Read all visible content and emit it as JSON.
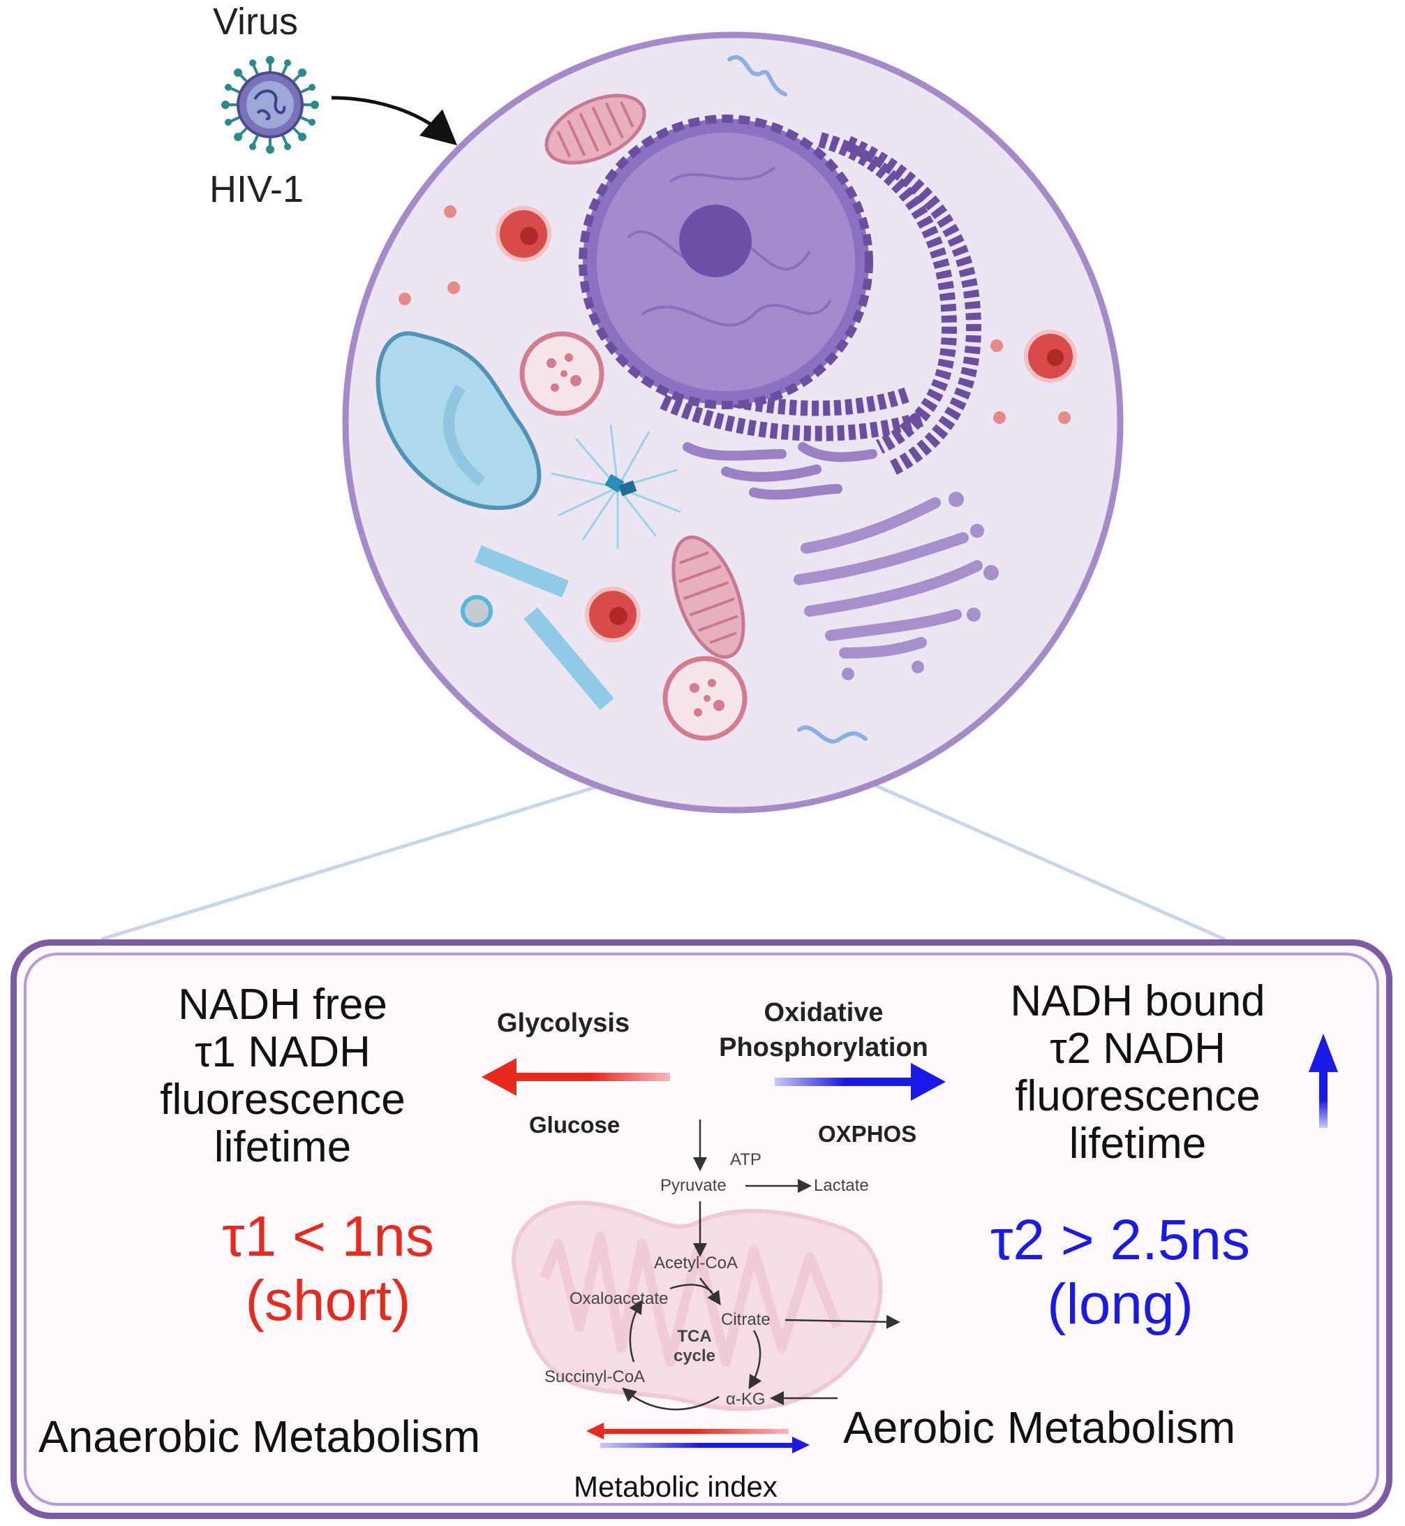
{
  "virus": {
    "label_top": "Virus",
    "label_bottom": "HIV-1"
  },
  "panel": {
    "left": {
      "title_lines": [
        "NADH free",
        "τ1 NADH",
        "fluorescence",
        "lifetime"
      ],
      "tau_lines": [
        "τ1 < 1ns",
        "(short)"
      ]
    },
    "right": {
      "title_lines": [
        "NADH bound",
        "τ2 NADH",
        "fluorescence",
        "lifetime"
      ],
      "tau_lines": [
        "τ2 > 2.5ns",
        "(long)"
      ]
    },
    "glycolysis": "Glycolysis",
    "oxidative": [
      "Oxidative",
      "Phosphorylation"
    ],
    "glucose": "Glucose",
    "oxphos": "OXPHOS",
    "pathway": {
      "atp": "ATP",
      "pyruvate": "Pyruvate",
      "lactate": "Lactate",
      "acetyl_coa": "Acetyl-CoA",
      "oxaloacetate": "Oxaloacetate",
      "citrate": "Citrate",
      "tca": [
        "TCA",
        "cycle"
      ],
      "succinyl_coa": "Succinyl-CoA",
      "akg": "α-KG"
    },
    "anaerobic": "Anaerobic Metabolism",
    "aerobic": "Aerobic Metabolism",
    "metabolic_index": "Metabolic index"
  },
  "colors": {
    "red": "#e8291c",
    "blue": "#1a1ae8",
    "cell_fill": "#ece6f3",
    "cell_border": "#a48ac8",
    "panel_border": "#7d5aa6"
  }
}
